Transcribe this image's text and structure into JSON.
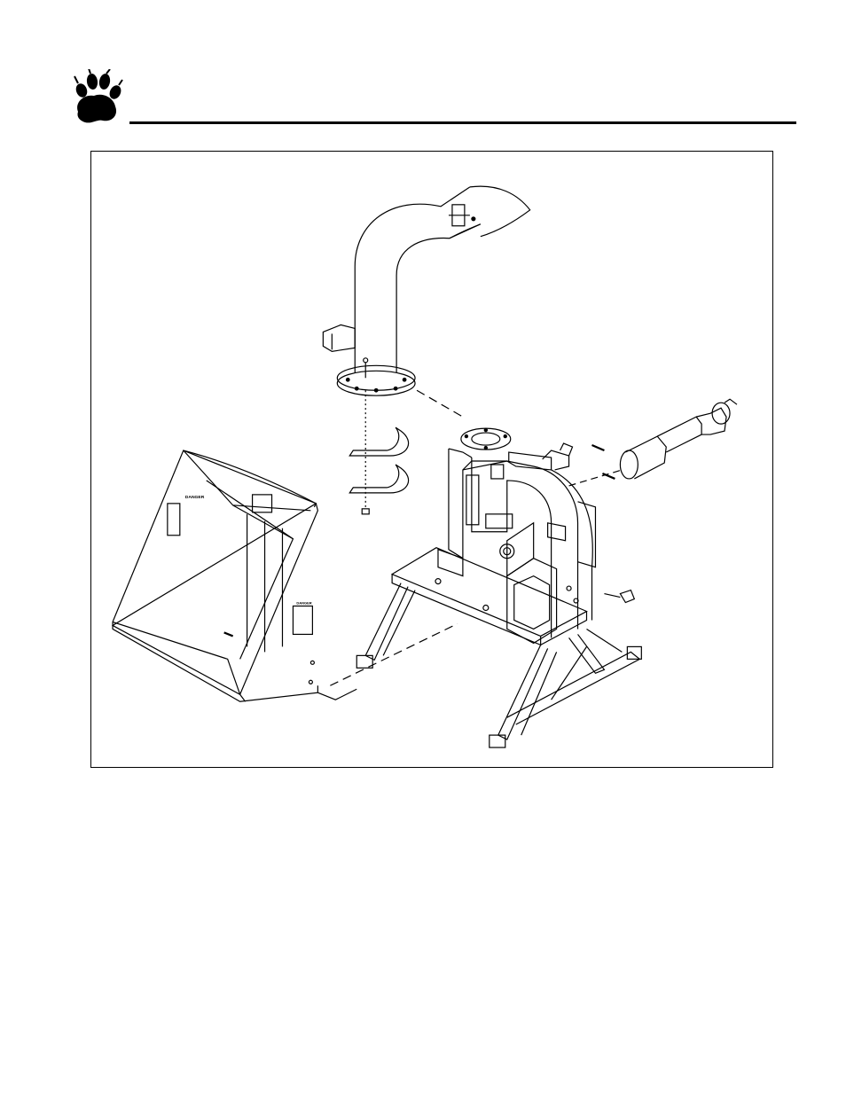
{
  "page": {
    "logo_icon": "paw-print-icon",
    "colors": {
      "ink": "#000000",
      "paper": "#ffffff"
    }
  },
  "figure": {
    "content": "exploded-assembly-drawing",
    "decal_hopper_top": "DANGER",
    "decal_hopper_left": "DANGER"
  }
}
